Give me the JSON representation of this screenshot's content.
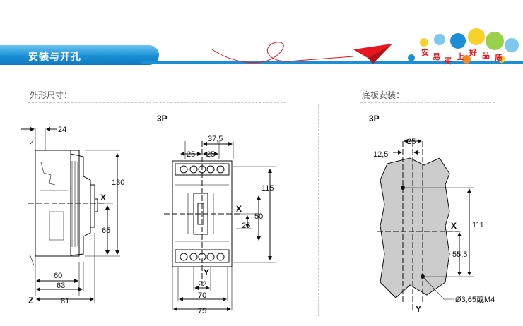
{
  "banner": {
    "title": "安装与开孔",
    "slogan": [
      "安",
      "易",
      "买",
      "上",
      "好",
      "品",
      "质"
    ]
  },
  "sections": {
    "left_label": "外形尺寸：",
    "right_label": "底板安装："
  },
  "side_view": {
    "dims": [
      "24",
      "130",
      "65",
      "60",
      "63",
      "81"
    ],
    "axis_x": "X",
    "axis_z": "Z"
  },
  "front_view": {
    "title": "3P",
    "dims": [
      "37,5",
      "25",
      "25",
      "115",
      "50",
      "25",
      "22",
      "70",
      "75"
    ],
    "axis_x": "X",
    "axis_y": "Y"
  },
  "plate_view": {
    "title": "3P",
    "dims": [
      "25",
      "12,5",
      "111",
      "55,5"
    ],
    "axis_x": "X",
    "axis_y": "Y",
    "note": "Ø3,65或M4"
  },
  "colors": {
    "banner": "#1a8fd6",
    "plate_fill": "#cccccc",
    "accent_red": "#e8141e"
  }
}
